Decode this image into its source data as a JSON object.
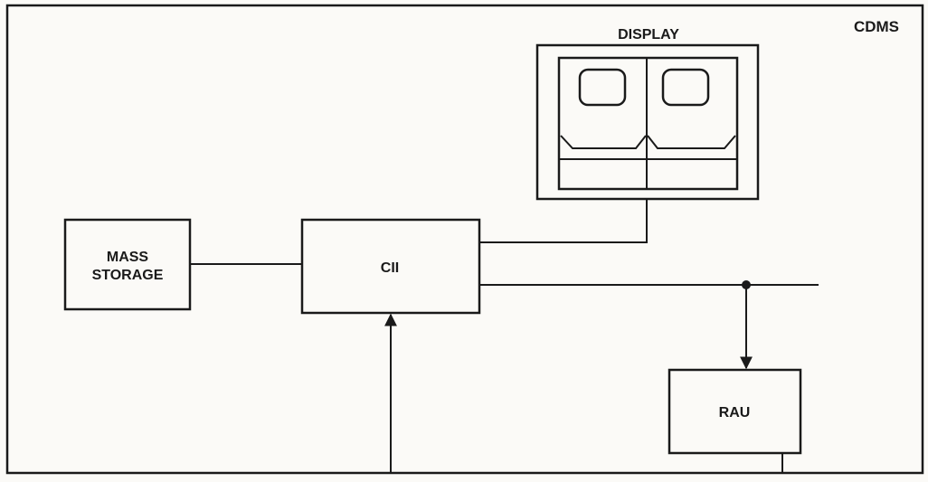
{
  "diagram": {
    "system_label": "CDMS",
    "display_label": "DISPLAY",
    "mass_storage_line1": "MASS",
    "mass_storage_line2": "STORAGE",
    "cii_label": "CII",
    "rau_label": "RAU"
  },
  "colors": {
    "background": "#fbfaf7",
    "line": "#1a1a1a"
  }
}
